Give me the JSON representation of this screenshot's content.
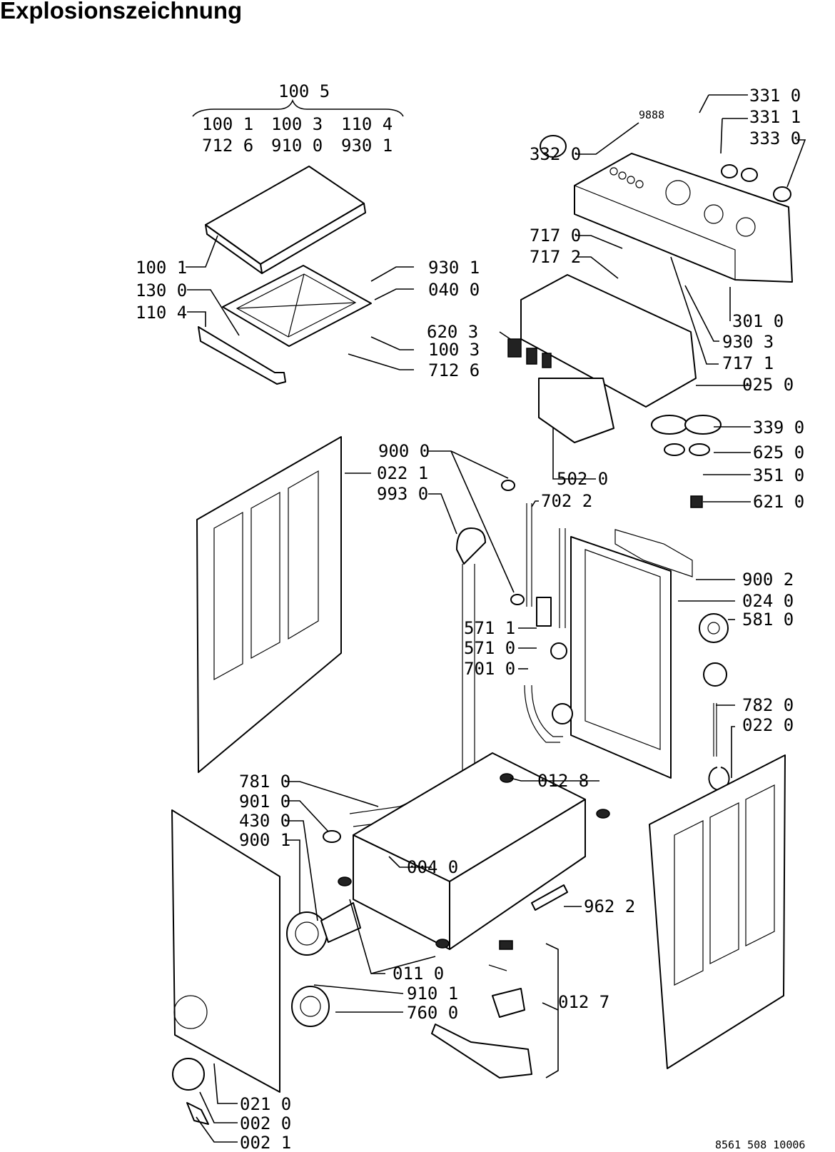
{
  "title": "Explosionszeichnung",
  "document_number": "8561 508 10006",
  "callouts": {
    "group_header": "100 5",
    "group_row_1": [
      "100 1",
      "100 3",
      "110 4"
    ],
    "group_row_2": [
      "712 6",
      "910 0",
      "930 1"
    ],
    "right_top": [
      "331 0",
      "331 1",
      "333 0",
      "332 0"
    ],
    "top_left": [
      "100 1",
      "130 0",
      "110 4",
      "930 1",
      "040 0",
      "100 3",
      "712 6"
    ],
    "panel_right": [
      "717 0",
      "717 2",
      "301 0",
      "930 3",
      "717 1",
      "620 3",
      "025 0"
    ],
    "dispenser": [
      "339 0",
      "625 0",
      "351 0",
      "621 0",
      "502 0"
    ],
    "middle": [
      "900 0",
      "022 1",
      "993 0",
      "702 2",
      "571 1",
      "571 0",
      "701 0"
    ],
    "back": [
      "900 2",
      "024 0",
      "581 0",
      "782 0",
      "022 0"
    ],
    "base": [
      "781 0",
      "901 0",
      "430 0",
      "900 1",
      "012 8",
      "004 0",
      "962 2",
      "011 0",
      "910 1",
      "760 0",
      "012 7"
    ],
    "front": [
      "021 0",
      "002 0",
      "002 1"
    ]
  },
  "part_tag": "9888"
}
